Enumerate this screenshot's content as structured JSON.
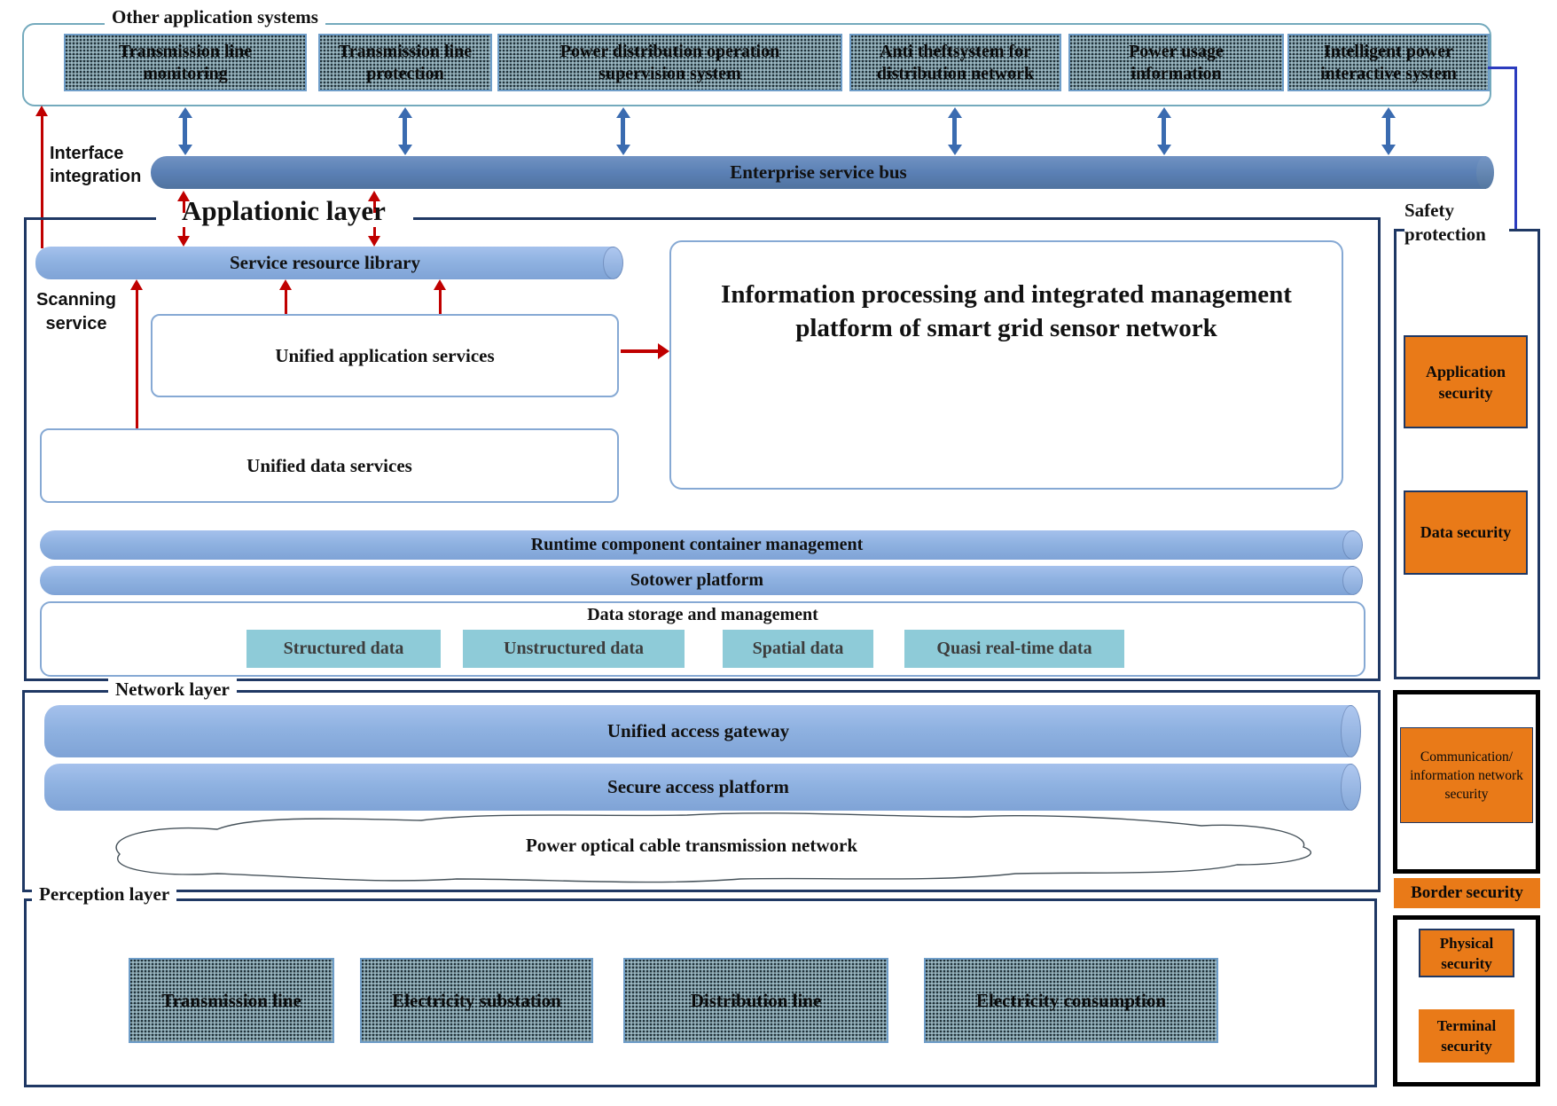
{
  "top": {
    "label": "Other application systems",
    "systems": [
      "Transmission line monitoring",
      "Transmission line protection",
      "Power distribution operation supervision system",
      "Anti theftsystem for distribution network",
      "Power usage information",
      "Intelligent power interactive system"
    ]
  },
  "bus_label": "Enterprise service bus",
  "side_labels": {
    "interface": "Interface integration",
    "scanning": "Scanning service"
  },
  "app_layer": {
    "title": "Applationic layer",
    "service_resource_library": "Service resource library",
    "unified_application_services": "Unified application services",
    "unified_data_services": "Unified data services",
    "platform_text": "Information processing and integrated management platform of smart grid sensor network",
    "runtime_bar": "Runtime component container management",
    "sotower_bar": "Sotower platform",
    "storage": {
      "title": "Data storage and management",
      "types": [
        "Structured data",
        "Unstructured data",
        "Spatial data",
        "Quasi real-time data"
      ]
    }
  },
  "network_layer": {
    "title": "Network layer",
    "gateway_bar": "Unified access gateway",
    "secure_bar": "Secure access platform",
    "cloud_label": "Power optical cable transmission network"
  },
  "perception_layer": {
    "title": "Perception layer",
    "nodes": [
      "Transmission line",
      "Electricity substation",
      "Distribution line",
      "Electricity consumption"
    ]
  },
  "safety": {
    "title": "Safety protection",
    "items": [
      "Application security",
      "Data security",
      "Communication/ information network security",
      "Border security",
      "Physical security",
      "Terminal security"
    ]
  },
  "colors": {
    "accent_orange": "#E97A18",
    "navy_border": "#1F3864",
    "bar_blue": "#8FB2E1",
    "bus_blue": "#5B80B5",
    "teal_box": "#8ECBD8",
    "arrow_red": "#C00000",
    "arrow_blue": "#3A6BB0",
    "connector_blue": "#2B3CBE"
  }
}
